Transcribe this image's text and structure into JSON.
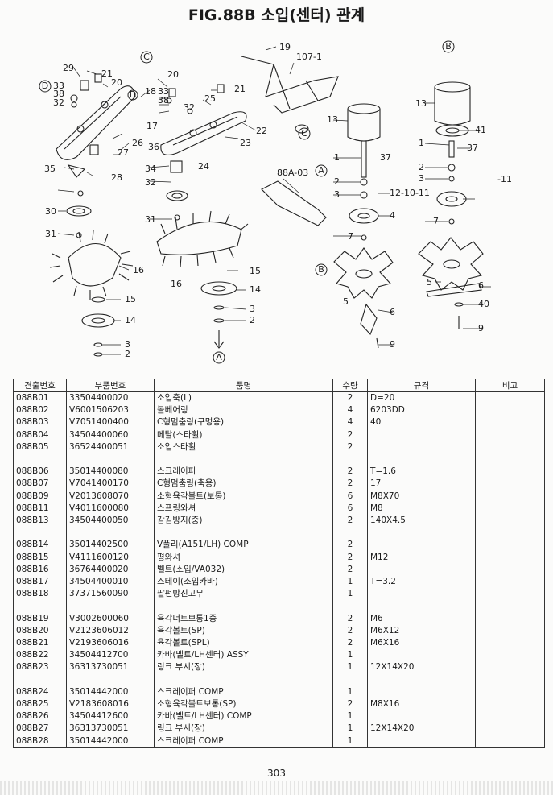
{
  "title": "FIG.88B 소입(센터) 관계",
  "page_number": "303",
  "diagram": {
    "callouts": [
      "29",
      "21",
      "20",
      "33",
      "38",
      "32",
      "18",
      "20",
      "33",
      "38",
      "32",
      "25",
      "21",
      "19",
      "107-1",
      "13",
      "41",
      "1",
      "37",
      "2",
      "3",
      "-11",
      "13",
      "1",
      "37",
      "2",
      "3",
      "12-10-11",
      "4",
      "88A-03",
      "27",
      "26",
      "36",
      "17",
      "23",
      "22",
      "35",
      "28",
      "24",
      "34",
      "32",
      "31",
      "30",
      "7",
      "7",
      "5",
      "6",
      "40",
      "9",
      "5",
      "6",
      "9",
      "16",
      "16",
      "15",
      "14",
      "3",
      "2",
      "15",
      "14",
      "3",
      "2",
      "31"
    ],
    "markers": [
      "D",
      "C",
      "C",
      "B",
      "A",
      "A",
      "B",
      "D"
    ]
  },
  "table": {
    "headers": [
      "견출번호",
      "부품번호",
      "품명",
      "수량",
      "규격",
      "비고"
    ],
    "rows": [
      [
        "088B01",
        "33504400020",
        "소입축(L)",
        "2",
        "D=20",
        ""
      ],
      [
        "088B02",
        "V6001506203",
        "볼베어링",
        "4",
        "6203DD",
        ""
      ],
      [
        "088B03",
        "V7051400400",
        "C형멈춤링(구멍용)",
        "4",
        "40",
        ""
      ],
      [
        "088B04",
        "34504400060",
        "메탈(스타휠)",
        "2",
        "",
        ""
      ],
      [
        "088B05",
        "36524400051",
        "소입스타휠",
        "2",
        "",
        ""
      ],
      [
        "",
        "",
        "",
        "",
        "",
        ""
      ],
      [
        "088B06",
        "35014400080",
        "스크레이퍼",
        "2",
        "T=1.6",
        ""
      ],
      [
        "088B07",
        "V7041400170",
        "C형멈춤링(축용)",
        "2",
        "17",
        ""
      ],
      [
        "088B09",
        "V2013608070",
        "소형육각볼트(보통)",
        "6",
        "M8X70",
        ""
      ],
      [
        "088B11",
        "V4011600080",
        "스프링와셔",
        "6",
        "M8",
        ""
      ],
      [
        "088B13",
        "34504400050",
        "감김방지(중)",
        "2",
        "140X4.5",
        ""
      ],
      [
        "",
        "",
        "",
        "",
        "",
        ""
      ],
      [
        "088B14",
        "35014402500",
        "V풀리(A151/LH) COMP",
        "2",
        "",
        ""
      ],
      [
        "088B15",
        "V4111600120",
        "평와셔",
        "2",
        "M12",
        ""
      ],
      [
        "088B16",
        "36764400020",
        "벨트(소입/VA032)",
        "2",
        "",
        ""
      ],
      [
        "088B17",
        "34504400010",
        "스테이(소입카바)",
        "1",
        "T=3.2",
        ""
      ],
      [
        "088B18",
        "37371560090",
        "팔펀방진고무",
        "1",
        "",
        ""
      ],
      [
        "",
        "",
        "",
        "",
        "",
        ""
      ],
      [
        "088B19",
        "V3002600060",
        "육각너트보통1종",
        "2",
        "M6",
        ""
      ],
      [
        "088B20",
        "V2123606012",
        "육각볼트(SP)",
        "2",
        "M6X12",
        ""
      ],
      [
        "088B21",
        "V2193606016",
        "육각볼트(SPL)",
        "2",
        "M6X16",
        ""
      ],
      [
        "088B22",
        "34504412700",
        "카바(벨트/LH센터) ASSY",
        "1",
        "",
        ""
      ],
      [
        "088B23",
        "36313730051",
        "링크 부시(장)",
        "1",
        "12X14X20",
        ""
      ],
      [
        "",
        "",
        "",
        "",
        "",
        ""
      ],
      [
        "088B24",
        "35014442000",
        "스크레이퍼 COMP",
        "1",
        "",
        ""
      ],
      [
        "088B25",
        "V2183608016",
        "소형육각볼트보통(SP)",
        "2",
        "M8X16",
        ""
      ],
      [
        "088B26",
        "34504412600",
        "카바(벨트/LH센터) COMP",
        "1",
        "",
        ""
      ],
      [
        "088B27",
        "36313730051",
        "링크 부시(장)",
        "1",
        "12X14X20",
        ""
      ],
      [
        "088B28",
        "35014442000",
        "스크레이퍼 COMP",
        "1",
        "",
        ""
      ]
    ]
  }
}
